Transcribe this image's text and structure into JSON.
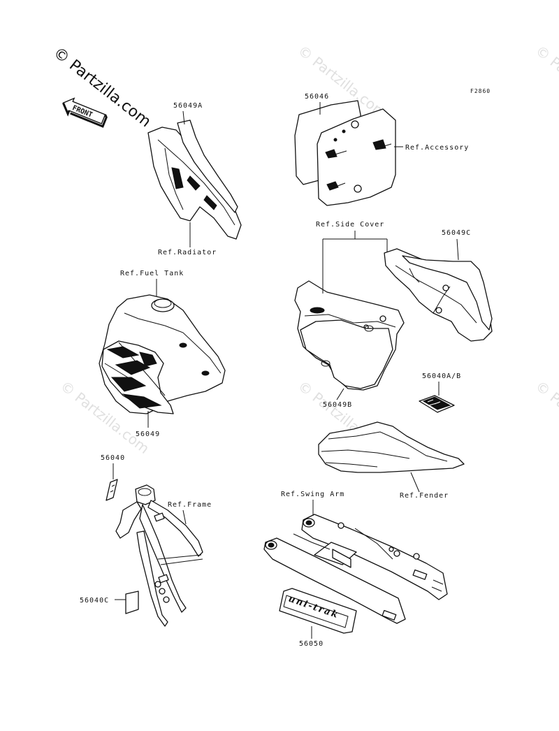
{
  "watermark": {
    "main": "© Partzilla.com",
    "faint": "© Partzilla.com"
  },
  "figure_code": "F2860",
  "front_arrow_label": "FRONT",
  "labels": {
    "decal_56049a": "56049A",
    "ref_radiator": "Ref.Radiator",
    "ref_fuel_tank": "Ref.Fuel Tank",
    "decal_56049": "56049",
    "decal_56040": "56040",
    "ref_frame": "Ref.Frame",
    "decal_56040c": "56040C",
    "decal_56046": "56046",
    "ref_accessory": "Ref.Accessory",
    "ref_side_cover": "Ref.Side Cover",
    "decal_56049c": "56049C",
    "decal_56049b": "56049B",
    "decal_56040ab": "56040A/B",
    "ref_fender": "Ref.Fender",
    "ref_swing_arm": "Ref.Swing Arm",
    "decal_56050": "56050",
    "uni_trak_logo": "uni-trak"
  },
  "colors": {
    "line": "#111111",
    "watermark": "#c8c8c8",
    "background": "#ffffff"
  }
}
